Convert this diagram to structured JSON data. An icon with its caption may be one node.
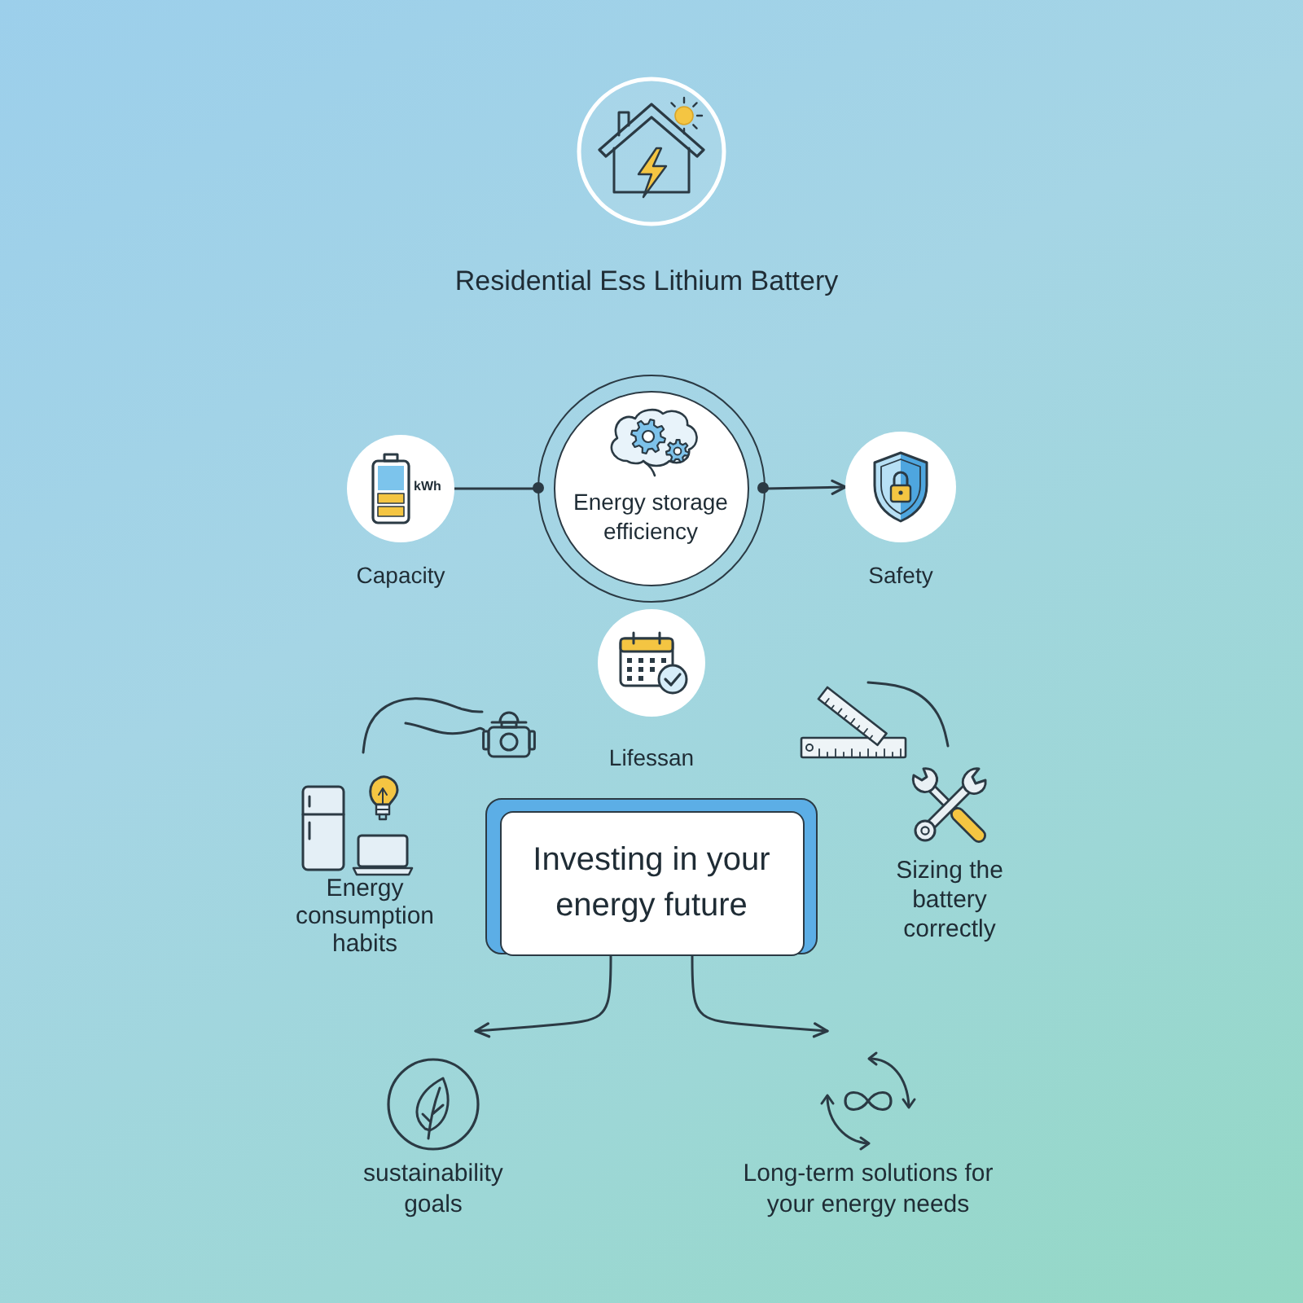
{
  "diagram": {
    "title": "Residential Ess Lithium Battery",
    "nodes": [
      {
        "text": [
          "kWh",
          "Capacity"
        ]
      },
      {
        "text": [
          "Energy storage efficiency"
        ]
      },
      {
        "text": [
          "Safety"
        ]
      },
      {
        "text": [
          "Lifessan"
        ]
      },
      {
        "text": [],
        "shape": "picture"
      },
      {
        "text": [],
        "shape": "picture"
      },
      {
        "text": [
          "Energy consumption habits"
        ]
      },
      {
        "text": [
          "Investing in your energy future"
        ]
      },
      {
        "text": [
          "Sizing the battery correctly"
        ]
      },
      {
        "text": [
          "sustainability goals"
        ]
      },
      {
        "text": [
          "Long-term solutions for your energy needs"
        ]
      }
    ],
    "edges": [
      {
        "from": 0,
        "to": 1,
        "arrow": "none"
      },
      {
        "from": 1,
        "to": 2,
        "arrow": "to"
      },
      {
        "from": 6,
        "to": 4,
        "arrow": "none"
      },
      {
        "from": 5,
        "to": 8,
        "arrow": "none"
      },
      {
        "from": 7,
        "to": 9,
        "arrow": "to"
      },
      {
        "from": 7,
        "to": 10,
        "arrow": "to"
      }
    ]
  }
}
